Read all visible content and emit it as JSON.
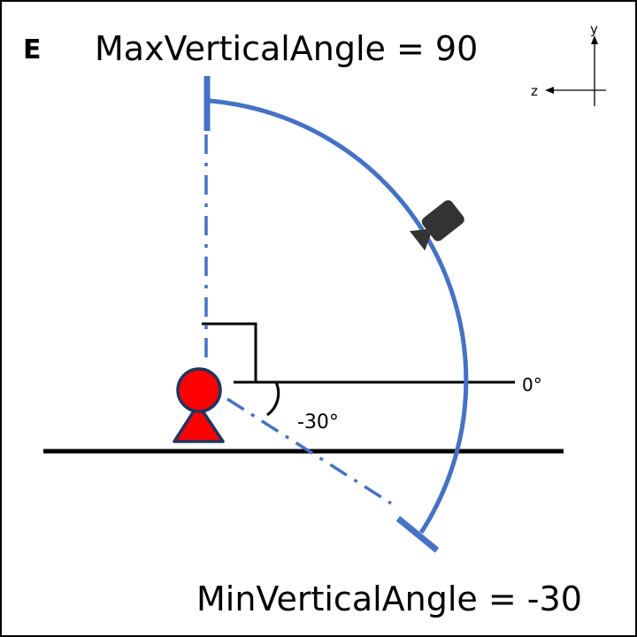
{
  "panel_label": "E",
  "max_label": "MaxVerticalAngle = 90",
  "min_label": "MinVerticalAngle = -30",
  "zero_label": "0°",
  "angle_label": "-30°",
  "axes": {
    "y": "y",
    "z": "z"
  },
  "colors": {
    "arc": "#4472C4",
    "person": "#FF0000",
    "person_outline": "#1F3560",
    "camera": "#333333"
  }
}
